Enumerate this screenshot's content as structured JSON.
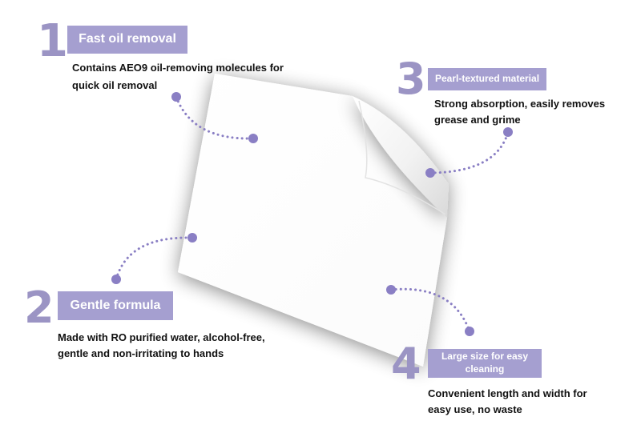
{
  "features": [
    {
      "number": "1",
      "title": "Fast oil removal",
      "desc": [
        "Contains AEO9 oil-removing molecules for",
        "quick oil removal"
      ]
    },
    {
      "number": "2",
      "title": "Gentle formula",
      "desc": [
        "Made with RO purified water, alcohol-free,",
        "gentle and non-irritating to hands"
      ]
    },
    {
      "number": "3",
      "title": "Pearl-textured material",
      "desc": [
        "Strong absorption, easily removes",
        "grease and grime"
      ]
    },
    {
      "number": "4",
      "title": [
        "Large size for easy",
        "cleaning"
      ],
      "desc": [
        "Convenient length and width for",
        "easy use, no waste"
      ]
    }
  ],
  "colors": {
    "badge": "#a59fd0",
    "number": "#9b94c4",
    "connector": "#8a7fc4"
  }
}
